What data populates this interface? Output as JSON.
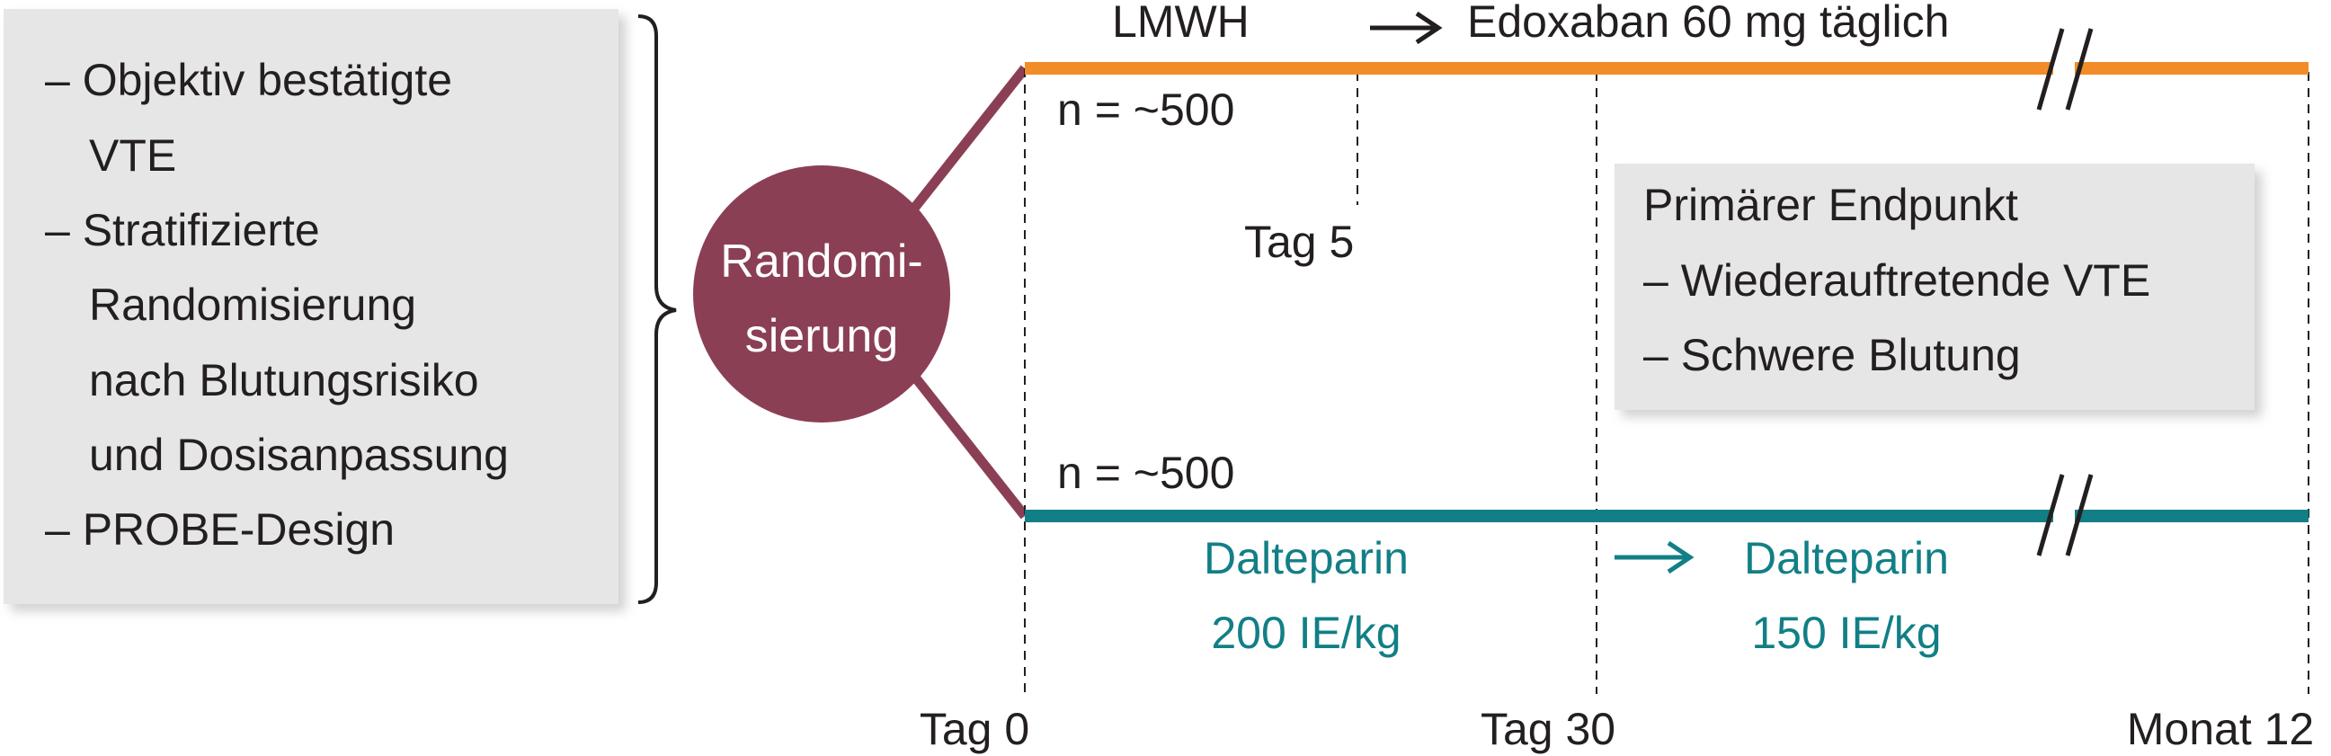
{
  "criteria_box": {
    "lines": [
      "– Objektiv bestätigte",
      "VTE",
      "– Stratifizierte",
      "Randomisierung",
      "nach Blutungsrisiko",
      "und Dosisanpassung",
      "– PROBE-Design"
    ]
  },
  "randomization": {
    "line1": "Randomi-",
    "line2": "sierung"
  },
  "edoxaban_arm": {
    "lead_label": "LMWH",
    "followup_label": "Edoxaban 60 mg täglich",
    "n_label": "n = ~500",
    "switch_label": "Tag 5"
  },
  "dalteparin_arm": {
    "n_label": "n = ~500",
    "phase1_line1": "Dalteparin",
    "phase1_line2": "200 IE/kg",
    "phase2_line1": "Dalteparin",
    "phase2_line2": "150 IE/kg"
  },
  "endpoint_box": {
    "title": "Primärer Endpunkt",
    "items": [
      "– Wiederauftretende VTE",
      "– Schwere Blutung"
    ]
  },
  "timeline": {
    "tick_labels": [
      "Tag 0",
      "Tag 30",
      "Monat 12"
    ]
  },
  "colors": {
    "edoxaban_line": "#f28c28",
    "dalteparin_line": "#127f86",
    "randomization_circle": "#8b3f55",
    "box_fill": "#e6e6e6",
    "text": "#231f20"
  }
}
